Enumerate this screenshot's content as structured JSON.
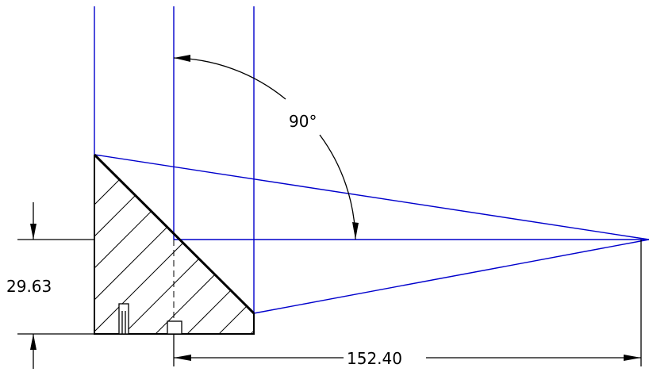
{
  "drawing": {
    "dimensions": {
      "vertical": "29.63",
      "horizontal": "152.40",
      "angle": "90°"
    },
    "colors": {
      "geometry": "#0000cc",
      "dimension": "#000000",
      "section": "#000000"
    }
  }
}
